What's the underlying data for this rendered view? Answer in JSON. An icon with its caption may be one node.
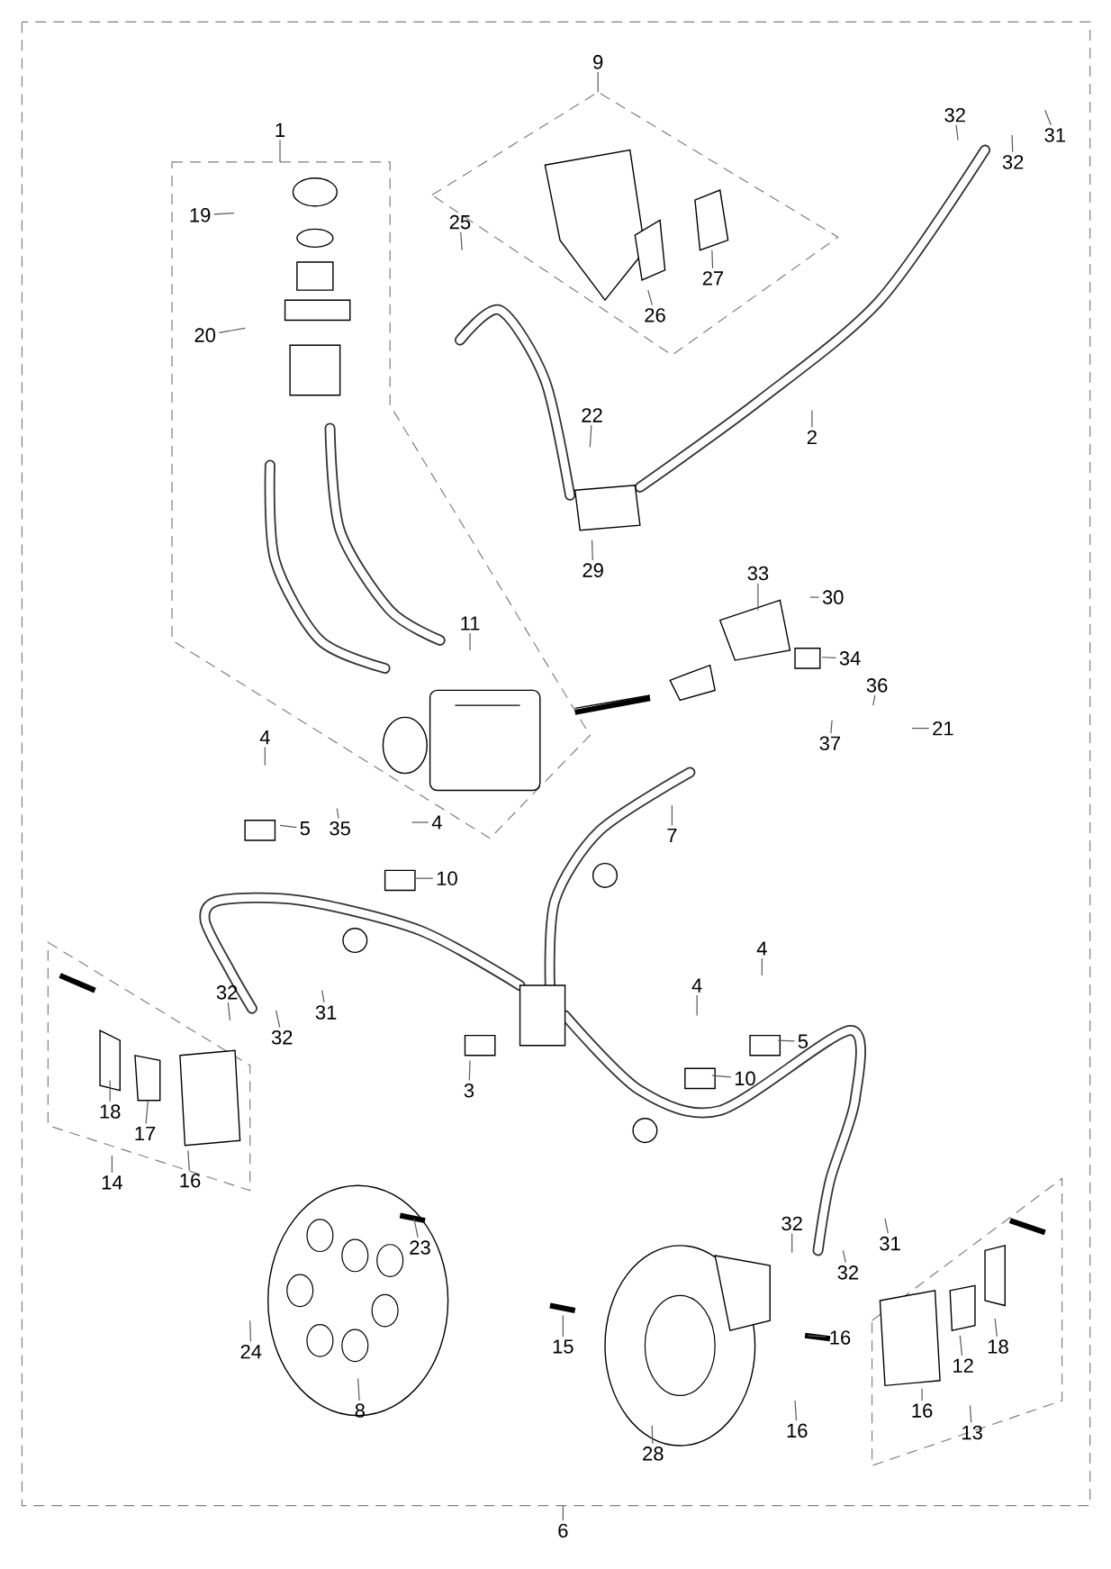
{
  "diagram": {
    "nodes": [
      {
        "text": [
          "1"
        ]
      },
      {
        "text": [
          "19"
        ]
      },
      {
        "text": [
          "20"
        ]
      },
      {
        "text": [
          "9"
        ]
      },
      {
        "text": [
          "25"
        ]
      },
      {
        "text": [
          "26"
        ]
      },
      {
        "text": [
          "27"
        ]
      },
      {
        "text": [
          "32"
        ]
      },
      {
        "text": [
          "31"
        ]
      },
      {
        "text": [
          "32"
        ]
      },
      {
        "text": [
          "2"
        ]
      },
      {
        "text": [
          "22"
        ]
      },
      {
        "text": [
          "29"
        ]
      },
      {
        "text": [
          "33"
        ]
      },
      {
        "text": [
          "30"
        ]
      },
      {
        "text": [
          "34"
        ]
      },
      {
        "text": [
          "11"
        ]
      },
      {
        "text": [
          "36"
        ]
      },
      {
        "text": [
          "21"
        ]
      },
      {
        "text": [
          "37"
        ]
      },
      {
        "text": [
          "4"
        ]
      },
      {
        "text": [
          "35"
        ]
      },
      {
        "text": [
          "5"
        ]
      },
      {
        "text": [
          "4"
        ]
      },
      {
        "text": [
          "7"
        ]
      },
      {
        "text": [
          "10"
        ]
      },
      {
        "text": [
          "32"
        ]
      },
      {
        "text": [
          "31"
        ]
      },
      {
        "text": [
          "32"
        ]
      },
      {
        "text": [
          "3"
        ]
      },
      {
        "text": [
          "4"
        ]
      },
      {
        "text": [
          "4"
        ]
      },
      {
        "text": [
          "5"
        ]
      },
      {
        "text": [
          "10"
        ]
      },
      {
        "text": [
          "18"
        ]
      },
      {
        "text": [
          "17"
        ]
      },
      {
        "text": [
          "16"
        ]
      },
      {
        "text": [
          "14"
        ]
      },
      {
        "text": [
          "23"
        ]
      },
      {
        "text": [
          "24"
        ]
      },
      {
        "text": [
          "8"
        ]
      },
      {
        "text": [
          "32"
        ]
      },
      {
        "text": [
          "32"
        ]
      },
      {
        "text": [
          "31"
        ]
      },
      {
        "text": [
          "15"
        ]
      },
      {
        "text": [
          "16"
        ]
      },
      {
        "text": [
          "16"
        ]
      },
      {
        "text": [
          "28"
        ]
      },
      {
        "text": [
          "12"
        ]
      },
      {
        "text": [
          "18"
        ]
      },
      {
        "text": [
          "16"
        ]
      },
      {
        "text": [
          "13"
        ]
      },
      {
        "text": [
          "6"
        ]
      }
    ],
    "edges": [
      {
        "from": 0,
        "to": null,
        "arrow": "none"
      },
      {
        "from": 1,
        "to": null,
        "arrow": "none"
      },
      {
        "from": 2,
        "to": null,
        "arrow": "none"
      },
      {
        "from": 3,
        "to": null,
        "arrow": "none"
      },
      {
        "from": 4,
        "to": null,
        "arrow": "none"
      },
      {
        "from": 5,
        "to": null,
        "arrow": "none"
      },
      {
        "from": 6,
        "to": null,
        "arrow": "none"
      },
      {
        "from": 7,
        "to": null,
        "arrow": "none"
      },
      {
        "from": 8,
        "to": null,
        "arrow": "none"
      },
      {
        "from": 9,
        "to": null,
        "arrow": "none"
      },
      {
        "from": 10,
        "to": null,
        "arrow": "none"
      },
      {
        "from": 11,
        "to": null,
        "arrow": "none"
      },
      {
        "from": 12,
        "to": null,
        "arrow": "none"
      },
      {
        "from": 13,
        "to": null,
        "arrow": "none"
      },
      {
        "from": 14,
        "to": null,
        "arrow": "none"
      },
      {
        "from": 15,
        "to": null,
        "arrow": "none"
      },
      {
        "from": 16,
        "to": null,
        "arrow": "none"
      },
      {
        "from": 17,
        "to": null,
        "arrow": "none"
      },
      {
        "from": 18,
        "to": null,
        "arrow": "none"
      },
      {
        "from": 19,
        "to": null,
        "arrow": "none"
      },
      {
        "from": 20,
        "to": null,
        "arrow": "none"
      },
      {
        "from": 21,
        "to": null,
        "arrow": "none"
      },
      {
        "from": 22,
        "to": null,
        "arrow": "none"
      },
      {
        "from": 23,
        "to": null,
        "arrow": "none"
      },
      {
        "from": 24,
        "to": null,
        "arrow": "none"
      },
      {
        "from": 25,
        "to": null,
        "arrow": "none"
      },
      {
        "from": 26,
        "to": null,
        "arrow": "none"
      },
      {
        "from": 27,
        "to": null,
        "arrow": "none"
      },
      {
        "from": 28,
        "to": null,
        "arrow": "none"
      },
      {
        "from": 29,
        "to": null,
        "arrow": "none"
      },
      {
        "from": 30,
        "to": null,
        "arrow": "none"
      },
      {
        "from": 31,
        "to": null,
        "arrow": "none"
      },
      {
        "from": 32,
        "to": null,
        "arrow": "none"
      },
      {
        "from": 33,
        "to": null,
        "arrow": "none"
      },
      {
        "from": 34,
        "to": null,
        "arrow": "none"
      },
      {
        "from": 35,
        "to": null,
        "arrow": "none"
      },
      {
        "from": 36,
        "to": null,
        "arrow": "none"
      },
      {
        "from": 37,
        "to": null,
        "arrow": "none"
      },
      {
        "from": 38,
        "to": null,
        "arrow": "none"
      },
      {
        "from": 39,
        "to": null,
        "arrow": "none"
      },
      {
        "from": 40,
        "to": null,
        "arrow": "none"
      },
      {
        "from": 41,
        "to": null,
        "arrow": "none"
      },
      {
        "from": 42,
        "to": null,
        "arrow": "none"
      },
      {
        "from": 43,
        "to": null,
        "arrow": "none"
      },
      {
        "from": 44,
        "to": null,
        "arrow": "none"
      },
      {
        "from": 45,
        "to": null,
        "arrow": "none"
      },
      {
        "from": 46,
        "to": null,
        "arrow": "none"
      },
      {
        "from": 47,
        "to": null,
        "arrow": "none"
      },
      {
        "from": 48,
        "to": null,
        "arrow": "none"
      },
      {
        "from": 49,
        "to": null,
        "arrow": "none"
      },
      {
        "from": 50,
        "to": null,
        "arrow": "none"
      },
      {
        "from": 51,
        "to": null,
        "arrow": "none"
      },
      {
        "from": 52,
        "to": null,
        "arrow": "none"
      }
    ]
  }
}
